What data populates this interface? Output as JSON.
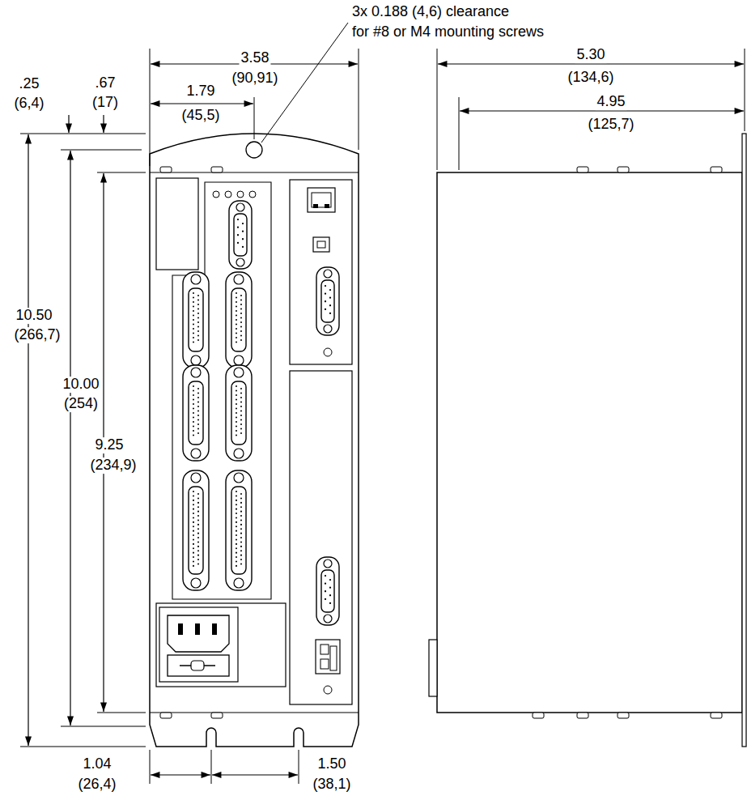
{
  "diagram": {
    "labels": [
      "3x 0.188 (4,6) clearance",
      "for #8 or M4 mounting screws",
      "3.58",
      "(90,91)",
      "1.79",
      "(45,5)",
      ".25",
      "(6,4)",
      ".67",
      "(17)",
      "10.50",
      "(266,7)",
      "10.00",
      "(254)",
      "9.25",
      "(234,9)",
      "1.04",
      "(26,4)",
      "1.50",
      "(38,1)",
      "5.30",
      "(134,6)",
      "4.95",
      "(125,7)"
    ]
  }
}
